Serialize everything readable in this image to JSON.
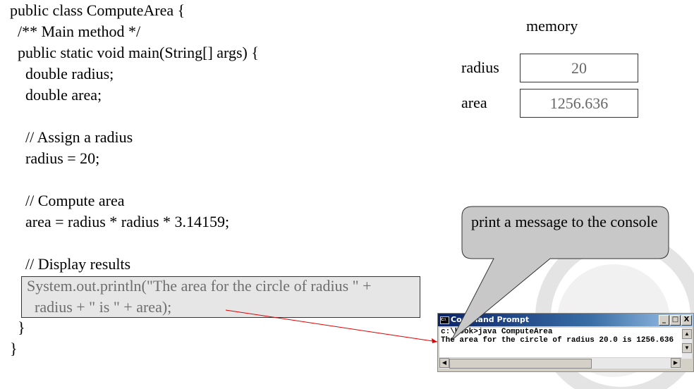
{
  "code": {
    "lines": [
      "public class ComputeArea {",
      "  /** Main method */",
      "  public static void main(String[] args) {",
      "    double radius;",
      "    double area;",
      "",
      "    // Assign a radius",
      "    radius = 20;",
      "",
      "    // Compute area",
      "    area = radius * radius * 3.14159;",
      "",
      "    // Display results"
    ],
    "highlight": [
      "System.out.println(\"The area for the circle of radius \" +",
      "  radius + \" is \" + area);"
    ],
    "closing": [
      "  }",
      "}"
    ]
  },
  "memory": {
    "title": "memory",
    "vars": [
      {
        "name": "radius",
        "value": "20"
      },
      {
        "name": "area",
        "value": "1256.636"
      }
    ]
  },
  "callout": "print a message to the console",
  "console": {
    "title": "Command Prompt",
    "lines": [
      "c:\\book>java ComputeArea",
      "The area for the circle of radius 20.0 is 1256.636"
    ],
    "buttons": [
      "_",
      "□",
      "X"
    ]
  },
  "colors": {
    "highlight": "#e6e6e6",
    "arrow": "#e00000",
    "callout": "#c8c8c8"
  }
}
